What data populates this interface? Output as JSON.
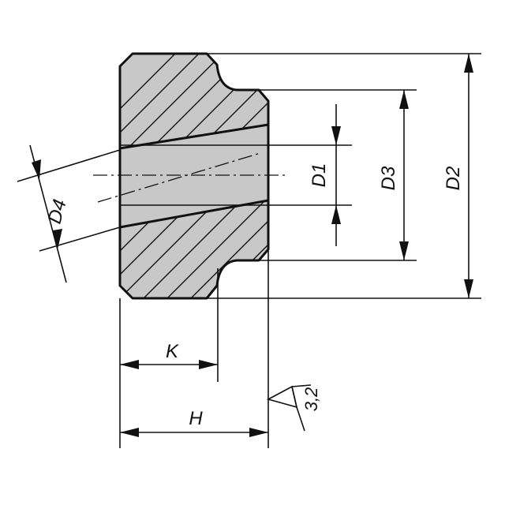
{
  "labels": {
    "d1": "D1",
    "d2": "D2",
    "d3": "D3",
    "d4": "D4",
    "k": "K",
    "h": "H",
    "roughness": "3,2"
  },
  "colors": {
    "line": "#111111",
    "section_fill": "#c8c8c8",
    "background": "#ffffff"
  }
}
